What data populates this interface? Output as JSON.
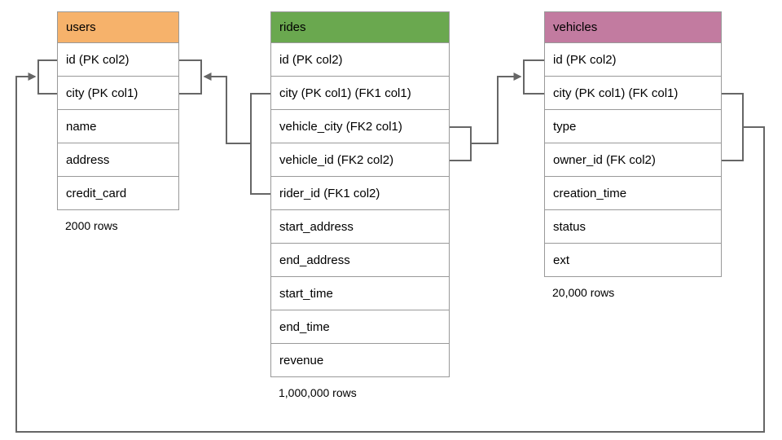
{
  "diagram": {
    "line_color": "#666666",
    "border_color": "#999999",
    "tables": [
      {
        "id": "users",
        "title": "users",
        "header_color": "#f6b26b",
        "columns": [
          "id (PK col2)",
          "city (PK col1)",
          "name",
          "address",
          "credit_card"
        ],
        "row_count": "2000 rows"
      },
      {
        "id": "rides",
        "title": "rides",
        "header_color": "#6aa84f",
        "columns": [
          "id (PK col2)",
          "city (PK col1) (FK1 col1)",
          "vehicle_city (FK2 col1)",
          "vehicle_id (FK2 col2)",
          "rider_id (FK1 col2)",
          "start_address",
          "end_address",
          "start_time",
          "end_time",
          "revenue"
        ],
        "row_count": "1,000,000 rows"
      },
      {
        "id": "vehicles",
        "title": "vehicles",
        "header_color": "#c27ba0",
        "columns": [
          "id (PK col2)",
          "city (PK col1) (FK col1)",
          "type",
          "owner_id (FK col2)",
          "creation_time",
          "status",
          "ext"
        ],
        "row_count": "20,000 rows"
      }
    ],
    "relationships": [
      {
        "name": "FK1",
        "from": "rides (city, rider_id)",
        "to": "users (id, city)"
      },
      {
        "name": "FK2",
        "from": "rides (vehicle_city, vehicle_id)",
        "to": "vehicles (id, city)"
      },
      {
        "name": "FK",
        "from": "vehicles (city, owner_id)",
        "to": "users (id, city)"
      }
    ]
  }
}
